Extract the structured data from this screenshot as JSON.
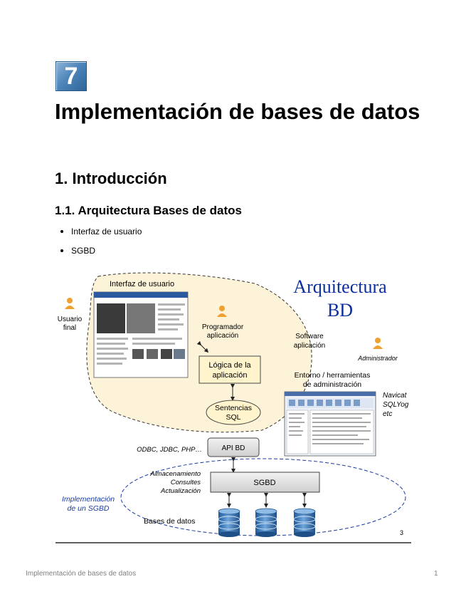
{
  "chapter": {
    "number": "7",
    "title": "Implementación de bases de datos"
  },
  "section": {
    "heading": "1. Introducción"
  },
  "subsection": {
    "heading": "1.1. Arquitectura Bases de datos",
    "bullets": [
      "Interfaz de usuario",
      "SGBD"
    ]
  },
  "figure": {
    "title_line1": "Arquitectura",
    "title_line2": "BD",
    "user_interface": "Interfaz de usuario",
    "end_user_line1": "Usuario",
    "end_user_line2": "final",
    "programmer_line1": "Programador",
    "programmer_line2": "aplicación",
    "software_line1": "Software",
    "software_line2": "aplicación",
    "administrator": "Administrador",
    "logic_line1": "Lógica de la",
    "logic_line2": "aplicación",
    "env_line1": "Entorno / herramientas",
    "env_line2": "de administración",
    "tools_line1": "Navicat",
    "tools_line2": "SQLYog",
    "tools_line3": "etc",
    "sql_line1": "Sentencias",
    "sql_line2": "SQL",
    "connectors": "ODBC, JDBC, PHP…",
    "api": "API BD",
    "storage": "Almacenamiento",
    "queries": "Consultes",
    "update": "Actualización",
    "dbms": "SGBD",
    "impl_line1": "Implementación",
    "impl_line2": "de un SGBD",
    "databases": "Bases de datos",
    "slide_number": "3"
  },
  "footer": {
    "text": "Implementación de bases de datos",
    "page": "1"
  },
  "colors": {
    "accent_blue": "#0b2fa0",
    "blob_fill": "#fdf3d8",
    "box_fill": "#fff4cc",
    "badge": "#4f86ba"
  }
}
